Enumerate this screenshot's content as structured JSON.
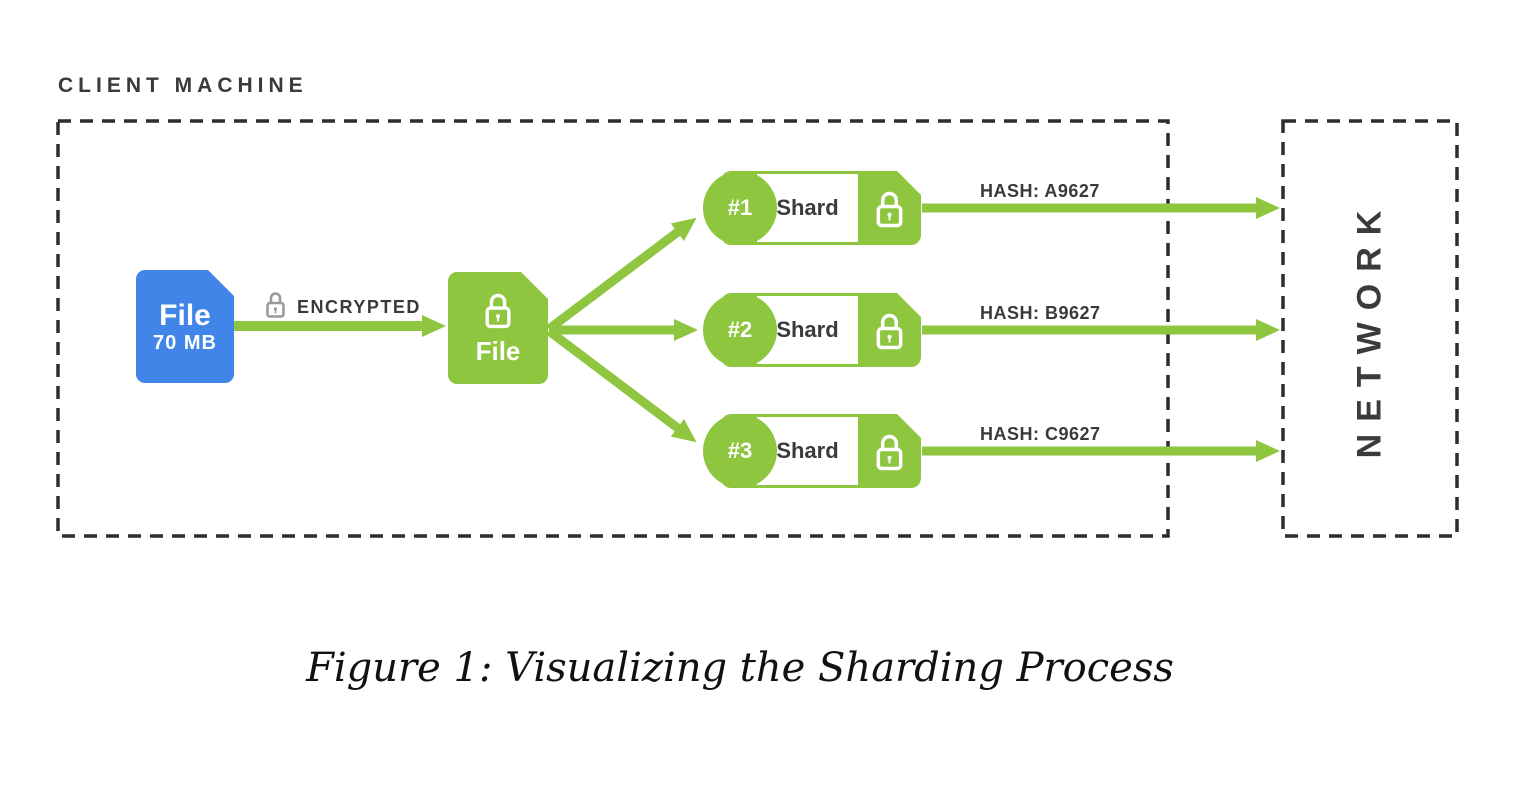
{
  "client_machine": {
    "label": "CLIENT MACHINE"
  },
  "network": {
    "label": "NETWORK"
  },
  "source_file": {
    "name": "File",
    "size": "70 MB"
  },
  "encryption": {
    "label": "ENCRYPTED"
  },
  "encrypted_file": {
    "name": "File"
  },
  "shards": [
    {
      "number": "#1",
      "label": "Shard",
      "hash_label": "HASH: A9627"
    },
    {
      "number": "#2",
      "label": "Shard",
      "hash_label": "HASH: B9627"
    },
    {
      "number": "#3",
      "label": "Shard",
      "hash_label": "HASH: C9627"
    }
  ],
  "caption": "Figure 1: Visualizing the Sharding Process",
  "colors": {
    "green": "#8FC640",
    "blue": "#4285E8",
    "text_dark": "#3A3A3A",
    "lock_gray": "#9B9B9B",
    "dash_border": "#2D2D2D"
  }
}
